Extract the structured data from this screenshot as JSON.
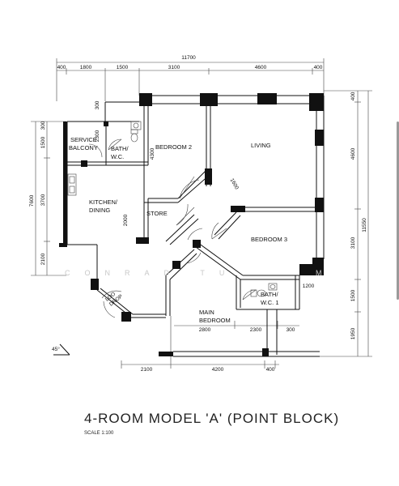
{
  "drawing": {
    "title": "4-ROOM MODEL 'A' (POINT BLOCK)",
    "scale": "SCALE 1:100",
    "watermark": "CONRAD TU",
    "watermark_tail": "M",
    "compass": "45°"
  },
  "rooms": {
    "service_balcony_1": "SERVICE",
    "service_balcony_2": "BALCONY",
    "bath_wc_1a": "BATH/",
    "bath_wc_1b": "W.C.",
    "bedroom2": "BEDROOM 2",
    "living": "LIVING",
    "kitchen_1": "KITCHEN/",
    "kitchen_2": "DINING",
    "store": "STORE",
    "bedroom3": "BEDROOM 3",
    "bath_wc_2a": "BATH/",
    "bath_wc_2b": "W.C. 1",
    "main_bedroom_1": "MAIN",
    "main_bedroom_2": "BEDROOM",
    "door_1": "LOO",
    "door_2": "DROP"
  },
  "dimensions": {
    "top_total": "11700",
    "top": [
      "400",
      "1800",
      "1500",
      "3100",
      "4600",
      "400"
    ],
    "right_total": "11550",
    "right": [
      "400",
      "4600",
      "3100",
      "1500",
      "1950"
    ],
    "left_total": "7600",
    "left": [
      "1500",
      "3700",
      "2100"
    ],
    "left_top": "300",
    "inner": {
      "balcony_h": "2300",
      "bath_top": "300",
      "bed2_h": "4300",
      "kitchen_h": "2000",
      "living_diag": "1600",
      "bath1_w": "1200",
      "mbr_w": "2800",
      "mbr_right": "2300",
      "mbr_small": "300"
    },
    "bottom": [
      "2100",
      "4200",
      "400"
    ]
  }
}
